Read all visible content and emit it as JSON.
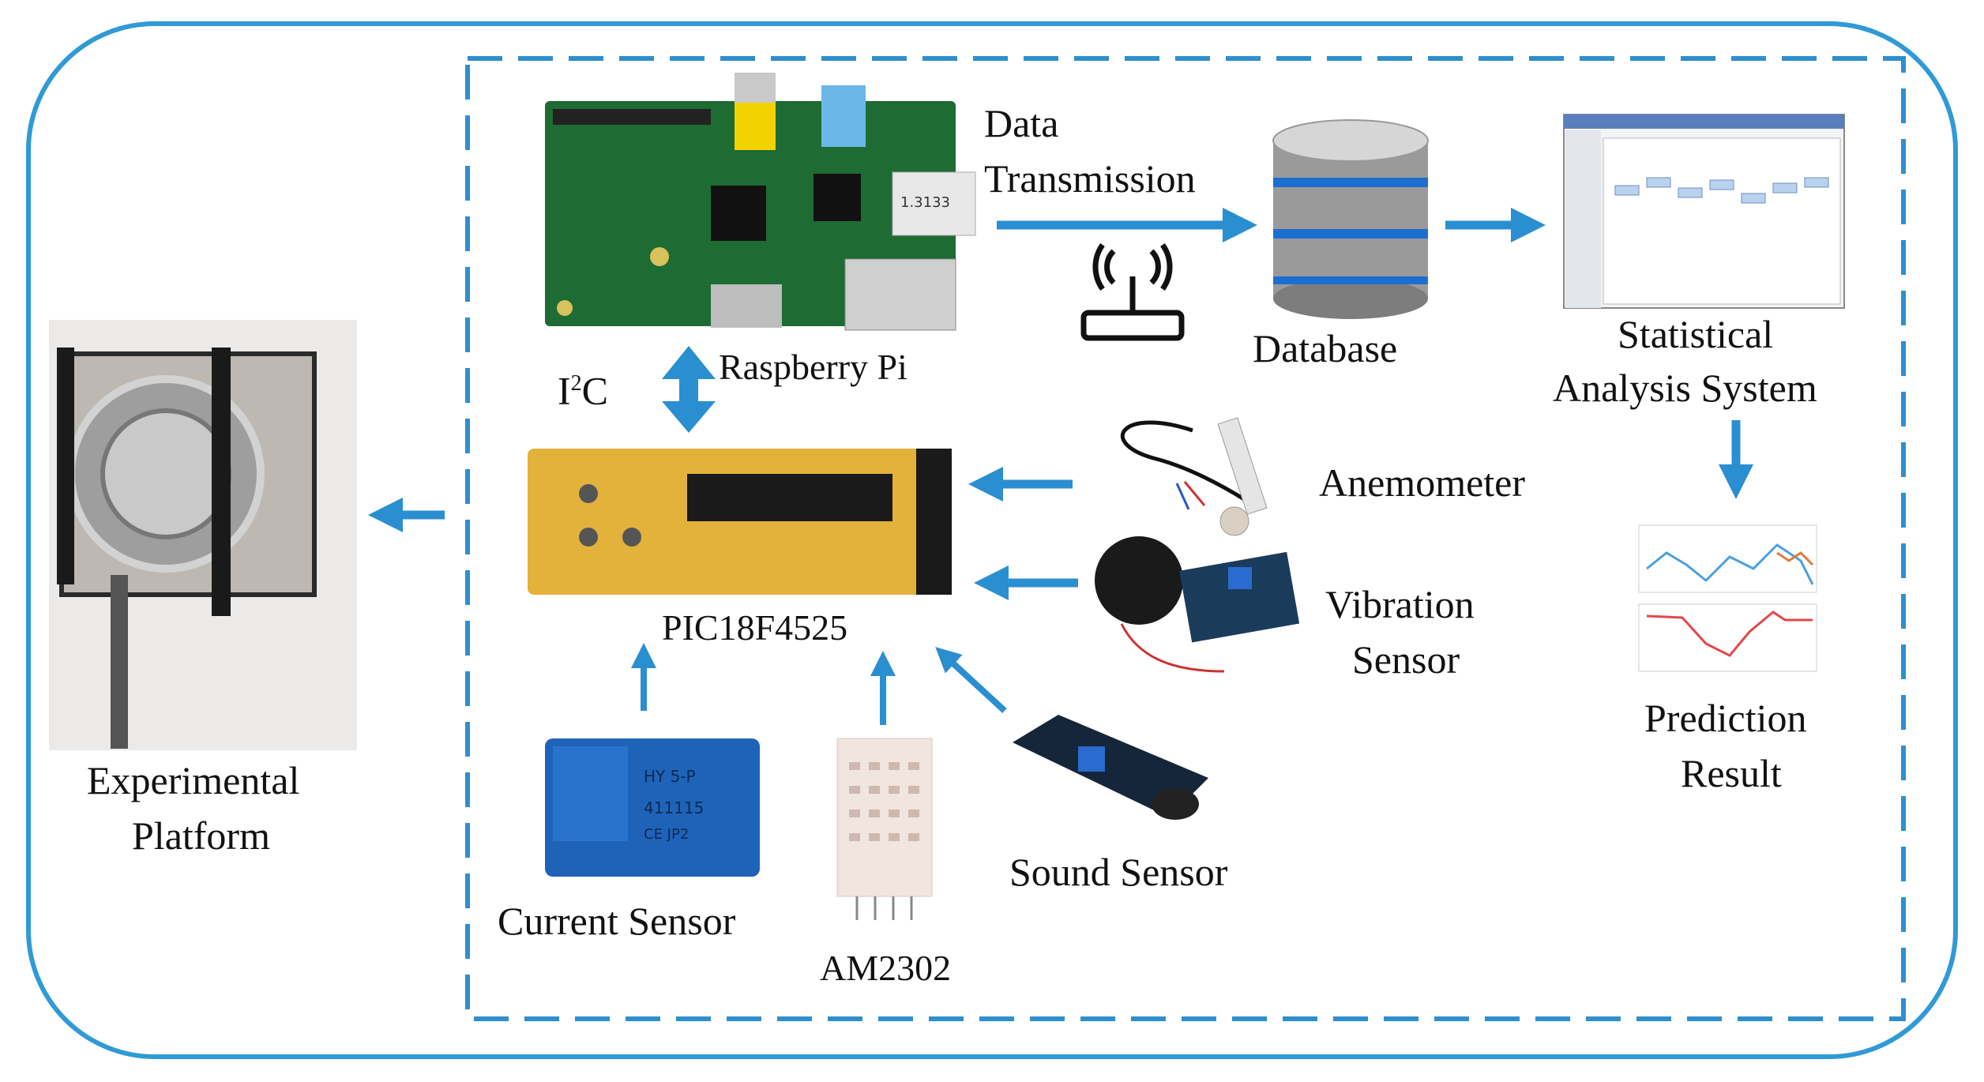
{
  "labels": {
    "data_transmission_1": "Data",
    "data_transmission_2": "Transmission",
    "database": "Database",
    "statistical_1": "Statistical",
    "statistical_2": "Analysis System",
    "raspberry_pi": "Raspberry Pi",
    "i2c_main": "I",
    "i2c_sup": "2",
    "i2c_tail": "C",
    "pic": "PIC18F4525",
    "anemometer": "Anemometer",
    "vibration_1": "Vibration",
    "vibration_2": "Sensor",
    "prediction_1": "Prediction",
    "prediction_2": "Result",
    "experimental_1": "Experimental",
    "experimental_2": "Platform",
    "current_sensor": "Current Sensor",
    "am2302": "AM2302",
    "sound_sensor": "Sound Sensor"
  },
  "component_markings": {
    "current_sensor_model": "HY 5-P",
    "current_sensor_code": "411115",
    "current_sensor_ce": "CE JP2",
    "usb_marking": "1.3133"
  },
  "colors": {
    "outer_border": "#2f9ad6",
    "dashed_border": "#2f8fce",
    "arrow": "#2a8fd0",
    "pcb_green": "#1e6b33",
    "pic_board": "#e3b23a",
    "current_sensor_blue": "#1f63b8"
  }
}
